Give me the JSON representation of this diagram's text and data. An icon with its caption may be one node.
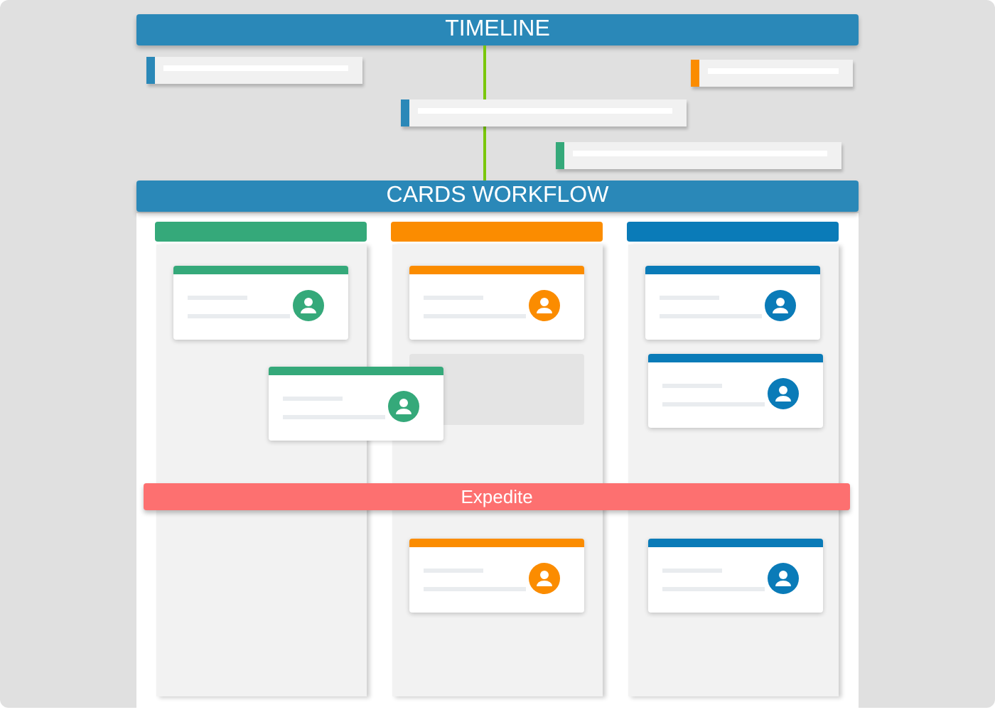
{
  "diagram": {
    "nodes": [
      {
        "text": [
          "TIMELINE"
        ]
      },
      {
        "text": [
          "CARDS WORKFLOW"
        ]
      },
      {
        "text": [
          "Expedite"
        ]
      }
    ],
    "edges": [
      {
        "from": 0,
        "to": 1,
        "arrow": "none",
        "color": "#7ac70c"
      }
    ]
  }
}
